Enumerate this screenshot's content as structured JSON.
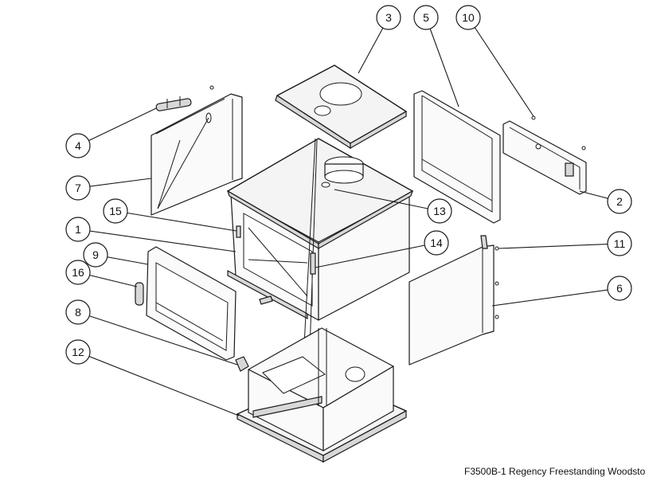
{
  "diagram": {
    "callouts": [
      {
        "id": "c3",
        "label": "3"
      },
      {
        "id": "c5",
        "label": "5"
      },
      {
        "id": "c10",
        "label": "10"
      },
      {
        "id": "c4",
        "label": "4"
      },
      {
        "id": "c7",
        "label": "7"
      },
      {
        "id": "c15",
        "label": "15"
      },
      {
        "id": "c1",
        "label": "1"
      },
      {
        "id": "c9",
        "label": "9"
      },
      {
        "id": "c16",
        "label": "16"
      },
      {
        "id": "c8",
        "label": "8"
      },
      {
        "id": "c12",
        "label": "12"
      },
      {
        "id": "c2",
        "label": "2"
      },
      {
        "id": "c13",
        "label": "13"
      },
      {
        "id": "c14",
        "label": "14"
      },
      {
        "id": "c11",
        "label": "11"
      },
      {
        "id": "c6",
        "label": "6"
      }
    ]
  },
  "footer": {
    "title": "F3500B-1 Regency Freestanding Woodsto"
  }
}
